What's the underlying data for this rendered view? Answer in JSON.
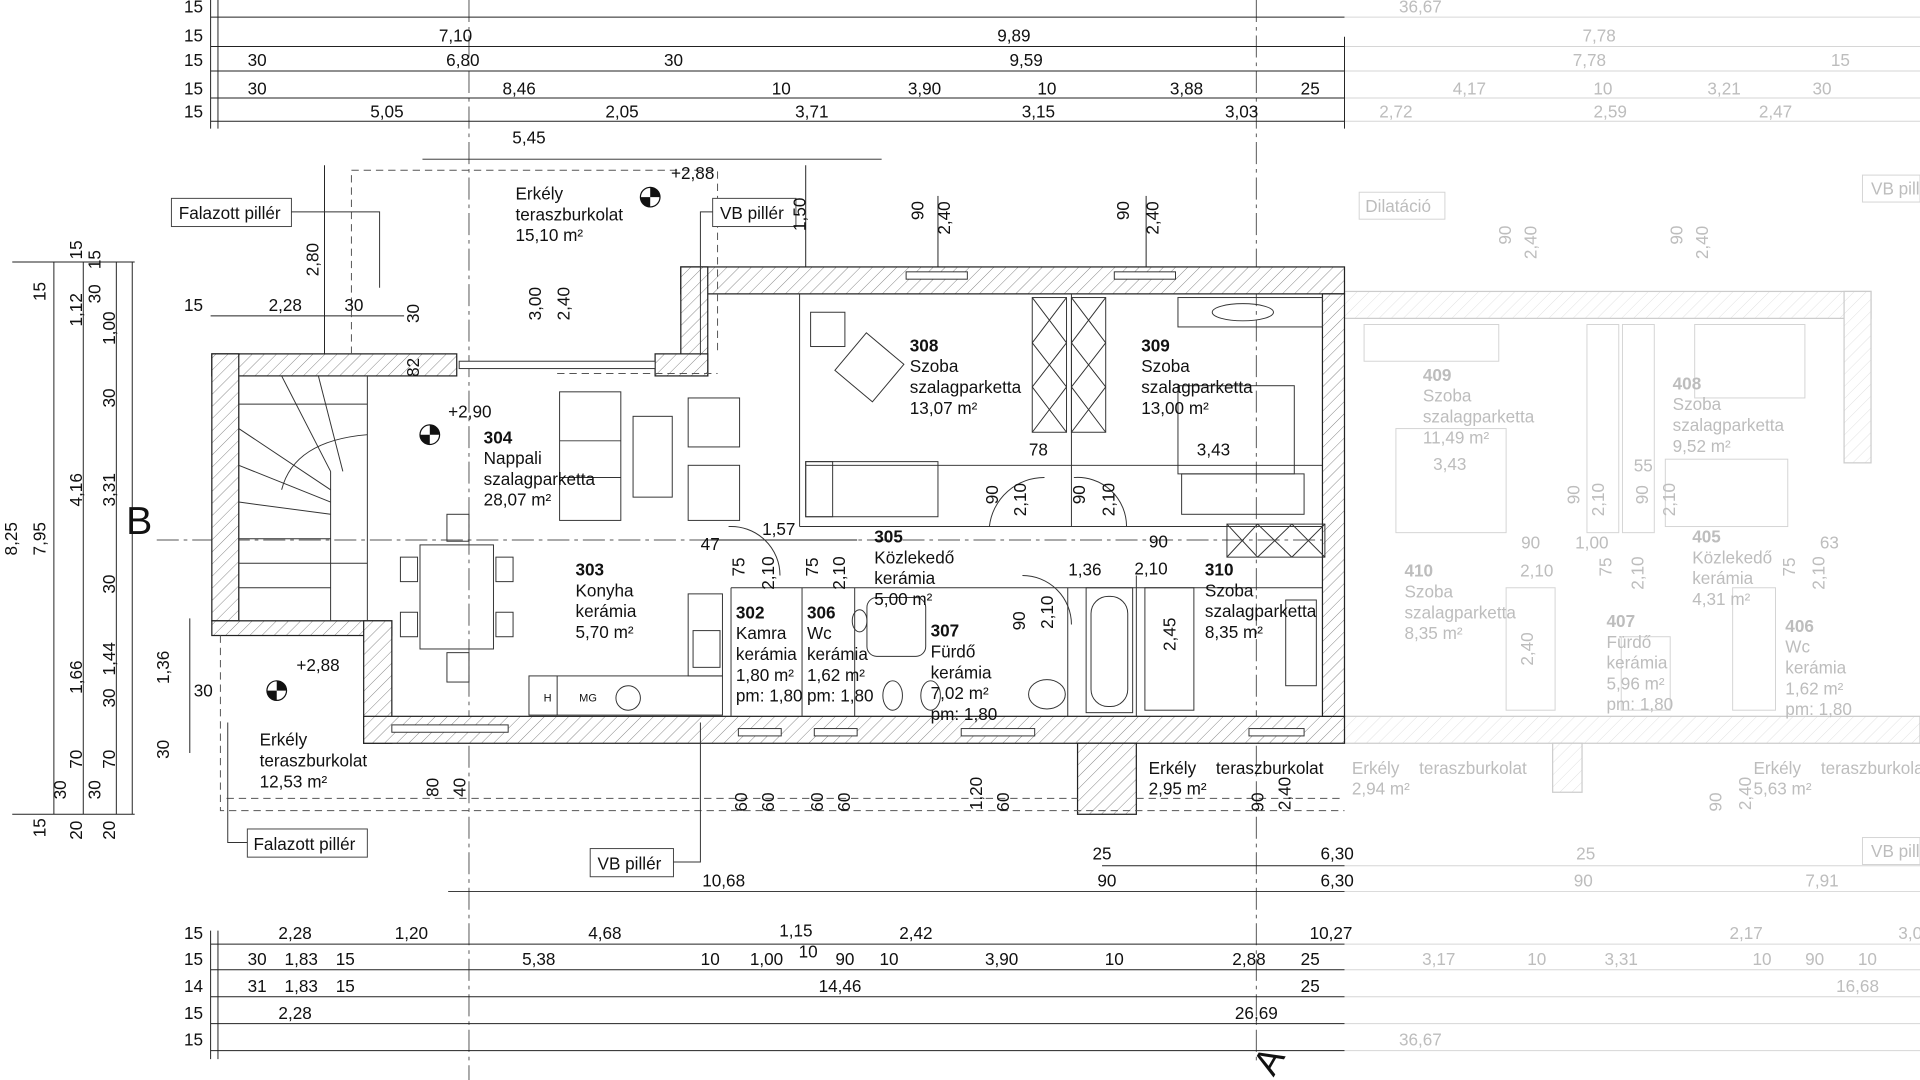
{
  "section_markers": {
    "b": "B",
    "a": "A"
  },
  "levels": [
    "+2,88",
    "+2,90",
    "+2,88"
  ],
  "callouts": {
    "active": [
      "Falazott pillér",
      "VB pillér",
      "Falazott pillér",
      "VB pillér"
    ],
    "faded": [
      "Dilatáció",
      "VB pillér",
      "VB pillér"
    ]
  },
  "appliances": [
    "H",
    "MG"
  ],
  "rooms": {
    "active": [
      {
        "number": "",
        "name": "Erkély",
        "material": "teraszburkolat",
        "area": "15,10 m²",
        "extra": ""
      },
      {
        "number": "304",
        "name": "Nappali",
        "material": "szalagparketta",
        "area": "28,07 m²",
        "extra": ""
      },
      {
        "number": "303",
        "name": "Konyha",
        "material": "kerámia",
        "area": "5,70 m²",
        "extra": ""
      },
      {
        "number": "302",
        "name": "Kamra",
        "material": "kerámia",
        "area": "1,80 m²",
        "extra": "pm: 1,80"
      },
      {
        "number": "306",
        "name": "Wc",
        "material": "kerámia",
        "area": "1,62 m²",
        "extra": "pm: 1,80"
      },
      {
        "number": "305",
        "name": "Közlekedő",
        "material": "kerámia",
        "area": "5,00 m²",
        "extra": ""
      },
      {
        "number": "307",
        "name": "Fürdő",
        "material": "kerámia",
        "area": "7,02 m²",
        "extra": "pm: 1,80"
      },
      {
        "number": "308",
        "name": "Szoba",
        "material": "szalagparketta",
        "area": "13,07 m²",
        "extra": ""
      },
      {
        "number": "309",
        "name": "Szoba",
        "material": "szalagparketta",
        "area": "13,00 m²",
        "extra": ""
      },
      {
        "number": "310",
        "name": "Szoba",
        "material": "szalagparketta",
        "area": "8,35 m²",
        "extra": ""
      },
      {
        "number": "",
        "name": "Erkély",
        "material": "teraszburkolat",
        "area": "12,53 m²",
        "extra": ""
      },
      {
        "number": "",
        "name": "Erkély",
        "material": "teraszburkolat",
        "area": "2,95 m²",
        "extra": ""
      }
    ],
    "faded": [
      {
        "number": "409",
        "name": "Szoba",
        "material": "szalagparketta",
        "area": "11,49 m²",
        "extra": ""
      },
      {
        "number": "408",
        "name": "Szoba",
        "material": "szalagparketta",
        "area": "9,52 m²",
        "extra": ""
      },
      {
        "number": "410",
        "name": "Szoba",
        "material": "szalagparketta",
        "area": "8,35 m²",
        "extra": ""
      },
      {
        "number": "405",
        "name": "Közlekedő",
        "material": "kerámia",
        "area": "4,31 m²",
        "extra": ""
      },
      {
        "number": "407",
        "name": "Fürdő",
        "material": "kerámia",
        "area": "5,96 m²",
        "extra": "pm: 1,80"
      },
      {
        "number": "406",
        "name": "Wc",
        "material": "kerámia",
        "area": "1,62 m²",
        "extra": "pm: 1,80"
      },
      {
        "number": "",
        "name": "Erkély",
        "material": "teraszburkolat",
        "area": "2,94 m²",
        "extra": ""
      },
      {
        "number": "",
        "name": "Erkély",
        "material": "teraszburkolat",
        "area": "5,63 m²",
        "extra": ""
      }
    ]
  },
  "dimensions": {
    "active": [
      "15",
      "15",
      "7,10",
      "9,89",
      "15",
      "30",
      "6,80",
      "30",
      "9,59",
      "15",
      "30",
      "8,46",
      "10",
      "3,90",
      "10",
      "3,88",
      "25",
      "15",
      "5,05",
      "2,05",
      "3,71",
      "3,15",
      "3,03",
      "5,45",
      "8,25",
      "7,95",
      "4,16",
      "3,31",
      "15",
      "1,12",
      "1,00",
      "15",
      "15",
      "30",
      "30",
      "30",
      "1,66",
      "1,44",
      "30",
      "70",
      "70",
      "30",
      "30",
      "15",
      "20",
      "20",
      "1,36",
      "30",
      "2,80",
      "3,00",
      "2,40",
      "30",
      "82",
      "1,50",
      "90",
      "2,40",
      "90",
      "2,40",
      "80",
      "40",
      "60",
      "60",
      "60",
      "60",
      "1,20",
      "60",
      "90",
      "2,40",
      "90",
      "2,10",
      "90",
      "2,10",
      "75",
      "2,10",
      "75",
      "2,10",
      "90",
      "2,10",
      "2,45",
      "15",
      "2,28",
      "30",
      "47",
      "1,57",
      "78",
      "3,43",
      "90",
      "1,36",
      "2,10",
      "30",
      "10,68",
      "25",
      "6,30",
      "90",
      "6,30",
      "15",
      "2,28",
      "1,20",
      "4,68",
      "1,15",
      "10",
      "2,42",
      "10,27",
      "15",
      "30",
      "1,83",
      "15",
      "5,38",
      "10",
      "1,00",
      "90",
      "10",
      "3,90",
      "10",
      "2,88",
      "25",
      "14",
      "31",
      "1,83",
      "15",
      "14,46",
      "25",
      "15",
      "2,28",
      "26,69",
      "15"
    ],
    "faded": [
      "36,67",
      "7,78",
      "7,78",
      "15",
      "4,17",
      "10",
      "3,21",
      "30",
      "2,72",
      "2,59",
      "2,47",
      "90",
      "2,40",
      "90",
      "2,40",
      "90",
      "2,10",
      "90",
      "2,10",
      "75",
      "2,10",
      "75",
      "2,10",
      "2,40",
      "90",
      "2,40",
      "3,43",
      "55",
      "90",
      "1,00",
      "63",
      "2,10",
      "25",
      "90",
      "7,91",
      "2,17",
      "3,0",
      "3,17",
      "10",
      "3,31",
      "10",
      "90",
      "10",
      "16,68",
      "36,67"
    ]
  }
}
